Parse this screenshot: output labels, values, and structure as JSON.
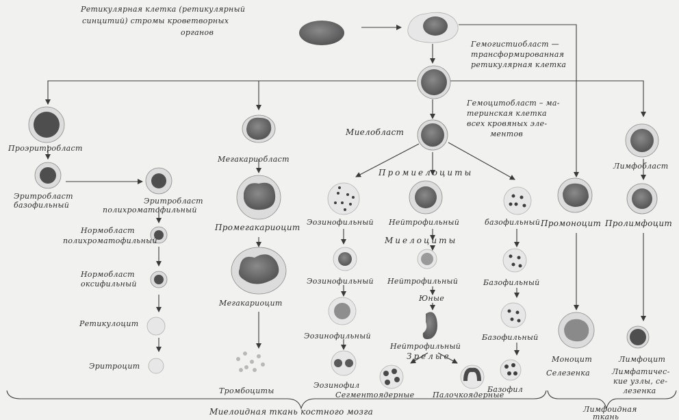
{
  "labels": {
    "reticular_cell": [
      "Ретикулярная клетка (ретикулярный",
      "синцитий) стромы кроветворных",
      "органов"
    ],
    "hemohistioblast": [
      "Гемогистиобласт —",
      "трансформированная",
      "ретикулярная клетка"
    ],
    "hemocytoblast": [
      "Гемоцитобласт – ма-",
      "теринская клетка",
      "всех кровяных эле-",
      "ментов"
    ],
    "myeloblast": "Миелобласт",
    "promyelocytes": "Промиелоциты",
    "myelocytes": "Миелоциты",
    "proerythroblast": "Проэритробласт",
    "erythroblast_basophilic": [
      "Эритробласт",
      "базофильный"
    ],
    "erythroblast_polychromatophilic": [
      "Эритробласт",
      "полихроматофильный"
    ],
    "normoblast_polychromatophilic": [
      "Нормобласт",
      "полихроматофильный"
    ],
    "normoblast_oxyphilic": [
      "Нормобласт",
      "оксифильный"
    ],
    "reticulocyte": "Ретикулоцит",
    "erythrocyte": "Эритроцит",
    "megakaryoblast": "Мегакариобласт",
    "promegakaryocyte": "Промегакариоцит",
    "megakaryocyte": "Мегакариоцит",
    "thrombocytes": "Тромбоциты",
    "eosinophilic_1": "Эозинофильный",
    "neutrophilic_1": "Нейтрофильный",
    "basophilic_1": "базофильный",
    "eosinophilic_2": "Эозинофильный",
    "neutrophilic_2": "Нейтрофильный",
    "basophilic_2": "Базофильный",
    "young": "Юные",
    "eosinophilic_3": "Эозинофильный",
    "basophilic_3": "Базофильный",
    "neutrophilic_3": "Нейтрофильный",
    "mature": "Зрелые",
    "eosinophil": "Эозинофил",
    "segmented": "Сегментоядерные",
    "band": "Палочкоядерные",
    "basophil": "Базофил",
    "promonocyte": "Промоноцит",
    "monocyte": "Моноцит",
    "spleen": "Селезенка",
    "lymphoblast": "Лимфобласт",
    "prolymphocyte": "Пролимфоцит",
    "lymphocyte": "Лимфоцит",
    "lymph_nodes": [
      "Лимфатичес-",
      "кие узлы, се-",
      "лезенка"
    ],
    "myeloid_tissue": "Миелоидная ткань костного мозга",
    "lymphoid_tissue": [
      "Лимфоидная",
      "ткань"
    ]
  }
}
